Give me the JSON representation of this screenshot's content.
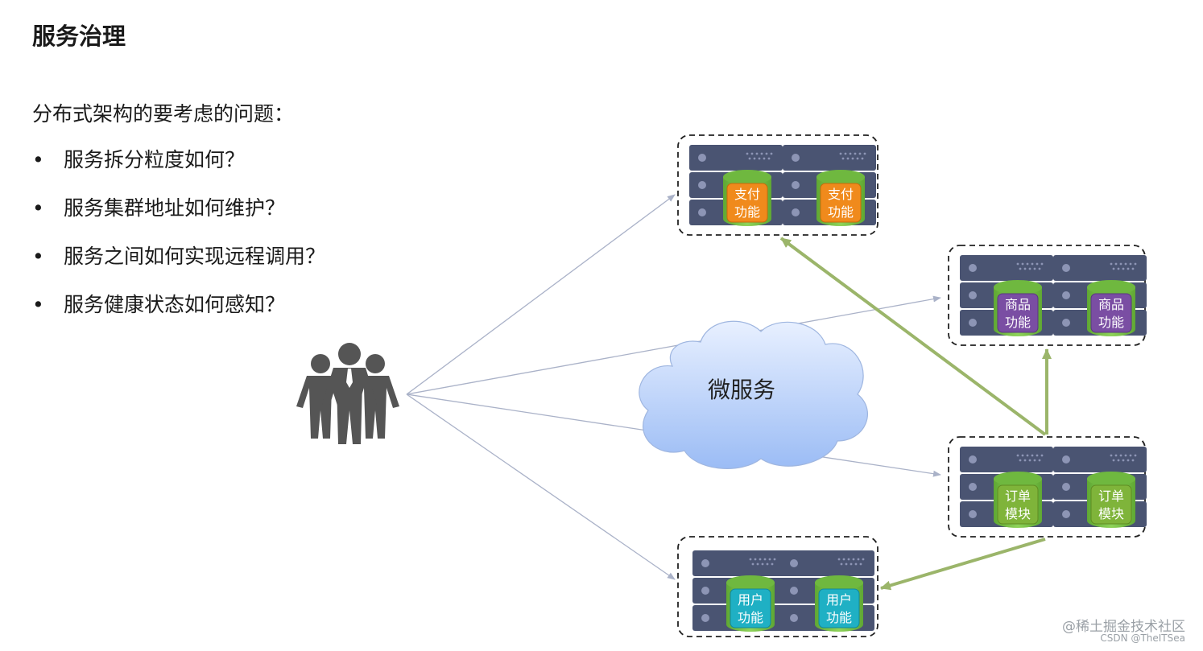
{
  "title": "服务治理",
  "subtitle": "分布式架构的要考虑的问题：",
  "bullets": [
    "服务拆分粒度如何？",
    "服务集群地址如何维护？",
    "服务之间如何实现远程调用？",
    "服务健康状态如何感知？"
  ],
  "bullet_symbol": "•",
  "cloud_label": "微服务",
  "clusters": {
    "payment": {
      "line1": "支付",
      "line2": "功能",
      "color": "#f08a1c"
    },
    "product": {
      "line1": "商品",
      "line2": "功能",
      "color": "#7a4ea3"
    },
    "order": {
      "line1": "订单",
      "line2": "模块",
      "color": "#7fb43a"
    },
    "user": {
      "line1": "用户",
      "line2": "功能",
      "color": "#1fb0c4"
    }
  },
  "colors": {
    "server": "#4a5472",
    "db_top": "#6fb83f",
    "arrow_thin": "#aab2c8",
    "arrow_thick": "#9bb56a",
    "people": "#555555",
    "cloud_top": "#e8f0ff",
    "cloud_bottom": "#9bbcf5"
  },
  "icons": [
    "people-group-icon",
    "cloud-icon",
    "server-rack-icon",
    "database-icon"
  ],
  "watermarks": {
    "line1": "@稀土掘金技术社区",
    "line2": "CSDN @TheITSea"
  }
}
